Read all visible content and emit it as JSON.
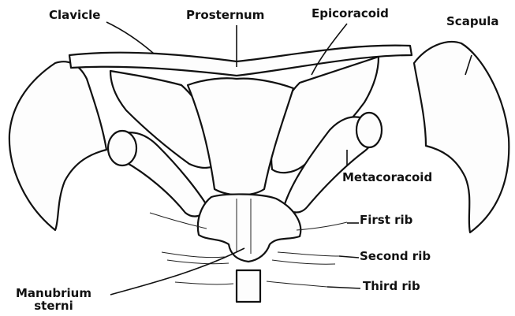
{
  "labels": {
    "clavicle": "Clavicle",
    "prosternum": "Prosternum",
    "epicoracoid": "Epicoracoid",
    "scapula": "Scapula",
    "metacoracoid": "Metacoracoid",
    "first_rib": "First rib",
    "second_rib": "Second rib",
    "third_rib": "Third rib",
    "manubrium_line1": "Manubrium",
    "manubrium_line2": "sterni"
  }
}
